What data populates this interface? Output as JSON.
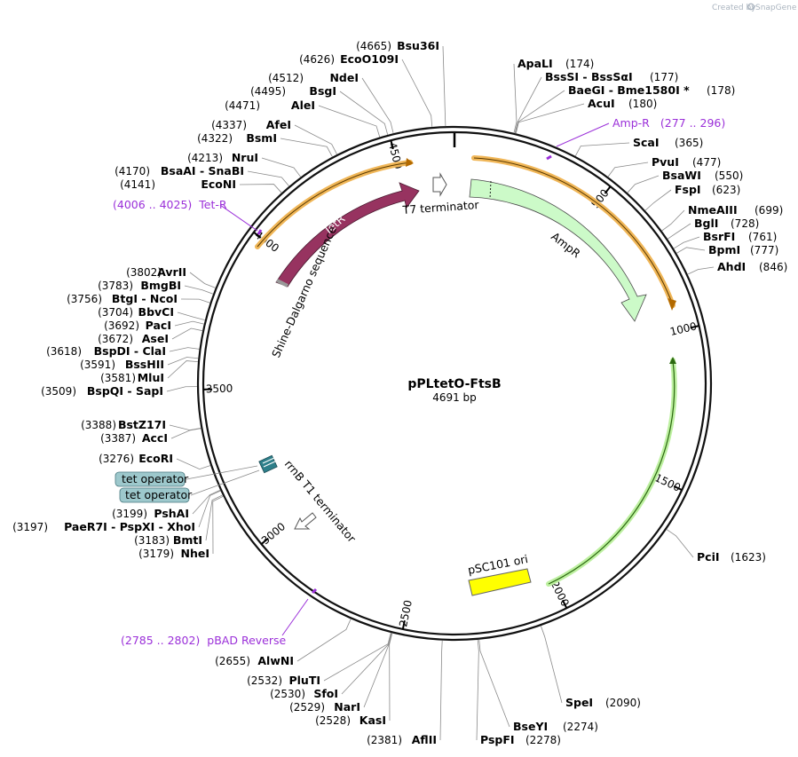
{
  "credit": {
    "text": "Created by",
    "brand": "SnapGene"
  },
  "plasmid": {
    "name": "pPLtetO-FtsB",
    "size_text": "4691 bp",
    "length": 4691
  },
  "colors": {
    "primer": "#9b30d9",
    "backbone": "#000000",
    "leader": "#8a8a8a"
  },
  "ticks": [
    "500",
    "1000",
    "1500",
    "2000",
    "2500",
    "3000",
    "3500",
    "4000",
    "4500"
  ],
  "features": {
    "tetr": "TetR",
    "ampr": "AmpR",
    "t7": "T7 terminator",
    "shine": "Shine-Dalgarno sequence",
    "rrnb": "rrnB T1 terminator",
    "psc101": "pSC101 ori",
    "tet_op_1": "tet operator",
    "tet_op_2": "tet operator"
  },
  "primers": [
    {
      "name": "Amp-R",
      "range": "(277 .. 296)"
    },
    {
      "name": "Tet-R",
      "range": "(4006 .. 4025)"
    },
    {
      "name": "pBAD Reverse",
      "range": "(2785 .. 2802)"
    }
  ],
  "sites": [
    {
      "name": "Bsu36I",
      "pos": "(4665)"
    },
    {
      "name": "EcoO109I",
      "pos": "(4626)"
    },
    {
      "name": "NdeI",
      "pos": "(4512)"
    },
    {
      "name": "BsgI",
      "pos": "(4495)"
    },
    {
      "name": "AleI",
      "pos": "(4471)"
    },
    {
      "name": "AfeI",
      "pos": "(4337)"
    },
    {
      "name": "BsmI",
      "pos": "(4322)"
    },
    {
      "name": "NruI",
      "pos": "(4213)"
    },
    {
      "name": "BsaAI  - SnaBI",
      "pos": "(4170)"
    },
    {
      "name": "EcoNI",
      "pos": "(4141)"
    },
    {
      "name": "ApaLI",
      "pos": "(174)"
    },
    {
      "name": "BssSI  - BssSαI",
      "pos": "(177)"
    },
    {
      "name": "BaeGI  - Bme1580I *",
      "pos": "(178)"
    },
    {
      "name": "AcuI",
      "pos": "(180)"
    },
    {
      "name": "ScaI",
      "pos": "(365)"
    },
    {
      "name": "PvuI",
      "pos": "(477)"
    },
    {
      "name": "BsaWI",
      "pos": "(550)"
    },
    {
      "name": "FspI",
      "pos": "(623)"
    },
    {
      "name": "NmeAIII",
      "pos": "(699)"
    },
    {
      "name": "BglI",
      "pos": "(728)"
    },
    {
      "name": "BsrFI",
      "pos": "(761)"
    },
    {
      "name": "BpmI",
      "pos": "(777)"
    },
    {
      "name": "AhdI",
      "pos": "(846)"
    },
    {
      "name": "AvrII",
      "pos": "(3802)"
    },
    {
      "name": "BmgBI",
      "pos": "(3783)"
    },
    {
      "name": "BtgI  - NcoI",
      "pos": "(3756)"
    },
    {
      "name": "BbvCI",
      "pos": "(3704)"
    },
    {
      "name": "PacI",
      "pos": "(3692)"
    },
    {
      "name": "AseI",
      "pos": "(3672)"
    },
    {
      "name": "BspDI  - ClaI",
      "pos": "(3618)"
    },
    {
      "name": "BssHII",
      "pos": "(3591)"
    },
    {
      "name": "MluI",
      "pos": "(3581)"
    },
    {
      "name": "BspQI  - SapI",
      "pos": "(3509)"
    },
    {
      "name": "BstZ17I",
      "pos": "(3388)"
    },
    {
      "name": "AccI",
      "pos": "(3387)"
    },
    {
      "name": "EcoRI",
      "pos": "(3276)"
    },
    {
      "name": "PshAI",
      "pos": "(3199)"
    },
    {
      "name": "PaeR7I  - PspXI  - XhoI",
      "pos": "(3197)"
    },
    {
      "name": "BmtI",
      "pos": "(3183)"
    },
    {
      "name": "NheI",
      "pos": "(3179)"
    },
    {
      "name": "PciI",
      "pos": "(1623)"
    },
    {
      "name": "SpeI",
      "pos": "(2090)"
    },
    {
      "name": "BseYI",
      "pos": "(2274)"
    },
    {
      "name": "PspFI",
      "pos": "(2278)"
    },
    {
      "name": "AflII",
      "pos": "(2381)"
    },
    {
      "name": "KasI",
      "pos": "(2528)"
    },
    {
      "name": "NarI",
      "pos": "(2529)"
    },
    {
      "name": "SfoI",
      "pos": "(2530)"
    },
    {
      "name": "PluTI",
      "pos": "(2532)"
    },
    {
      "name": "AlwNI",
      "pos": "(2655)"
    }
  ]
}
